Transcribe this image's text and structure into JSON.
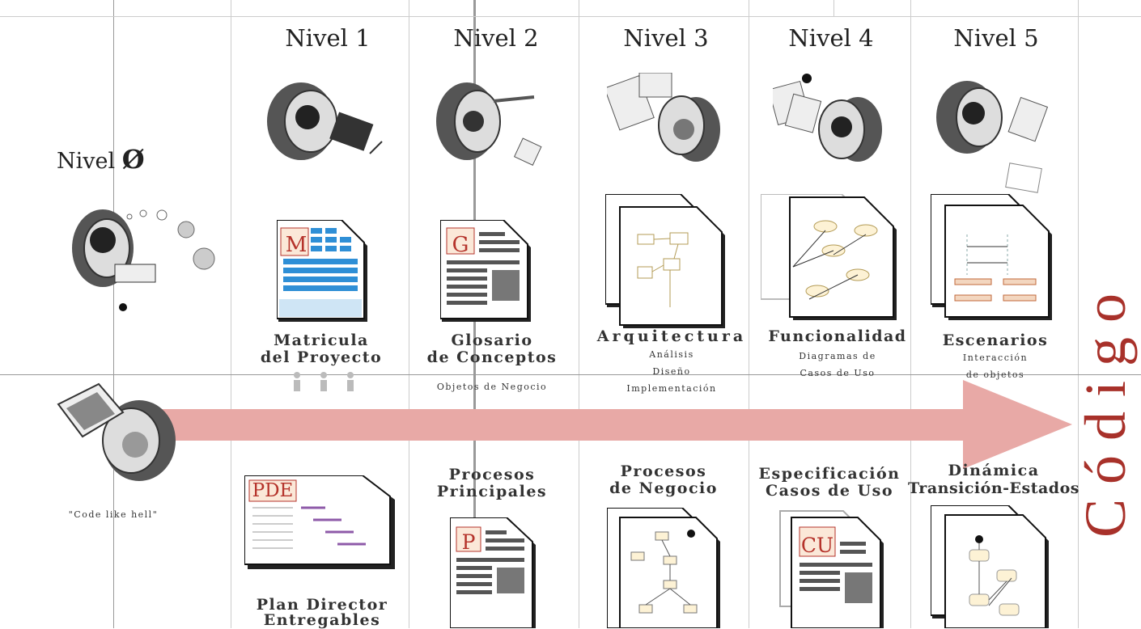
{
  "levels": {
    "l0": "Nivel",
    "l0_symbol": "Ø",
    "l1": "Nivel 1",
    "l2": "Nivel 2",
    "l3": "Nivel 3",
    "l4": "Nivel 4",
    "l5": "Nivel 5"
  },
  "code_like_hell": "\"Code like hell\"",
  "codigo": "Código",
  "top_row": {
    "l1": {
      "doc_letter": "M",
      "title1": "Matricula",
      "title2": "del Proyecto"
    },
    "l2": {
      "doc_letter": "G",
      "title1": "Glosario",
      "title2": "de Conceptos",
      "sub1": "Objetos de Negocio"
    },
    "l3": {
      "title1": "Arquitectura",
      "sub1": "Análisis",
      "sub2": "Diseño",
      "sub3": "Implementación"
    },
    "l4": {
      "title1": "Funcionalidad",
      "sub1": "Diagramas de",
      "sub2": "Casos de Uso"
    },
    "l5": {
      "title1": "Escenarios",
      "sub1": "Interacción",
      "sub2": "de objetos"
    }
  },
  "bottom_row": {
    "l1": {
      "doc_letter": "PDE",
      "title1": "Plan Director",
      "title2": "Entregables"
    },
    "l2": {
      "doc_letter": "P",
      "title1": "Procesos",
      "title2": "Principales"
    },
    "l3": {
      "title1": "Procesos",
      "title2": "de Negocio"
    },
    "l4": {
      "doc_letter": "CU",
      "title1": "Especificación",
      "title2": "Casos de Uso"
    },
    "l5": {
      "title1": "Dinámica",
      "title2": "Transición-Estados"
    }
  },
  "colors": {
    "arrow": "#e8a9a6",
    "codigo": "#a8312a",
    "doc_letter": "#b5332b",
    "blue": "#2f8fd6"
  }
}
